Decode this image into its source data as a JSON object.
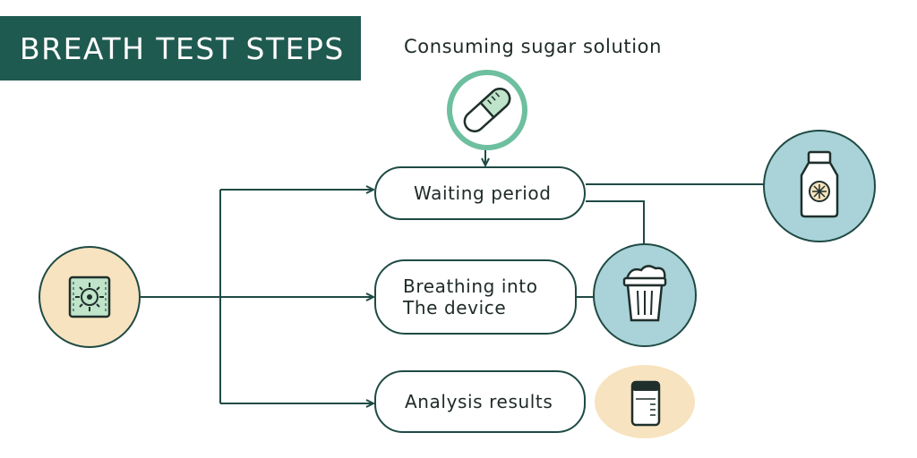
{
  "title": "BREATH TEST STEPS",
  "caption": "Consuming sugar solution",
  "steps": {
    "waiting": "Waiting period",
    "breathing_line1": "Breathing into",
    "breathing_line2": "The device",
    "analysis": "Analysis results"
  },
  "icons": {
    "capsule": "capsule-icon",
    "bottle": "bottle-icon",
    "bin": "waste-bin-icon",
    "device": "breath-device-icon",
    "tube": "sample-tube-icon"
  },
  "colors": {
    "title_bg": "#1f5a50",
    "line": "#1f4a44",
    "capsule_ring": "#6dbf9f",
    "teal_circle": "#a9d3d8",
    "cream_circle": "#f7e3bf",
    "device_green": "#bfe4c9"
  }
}
